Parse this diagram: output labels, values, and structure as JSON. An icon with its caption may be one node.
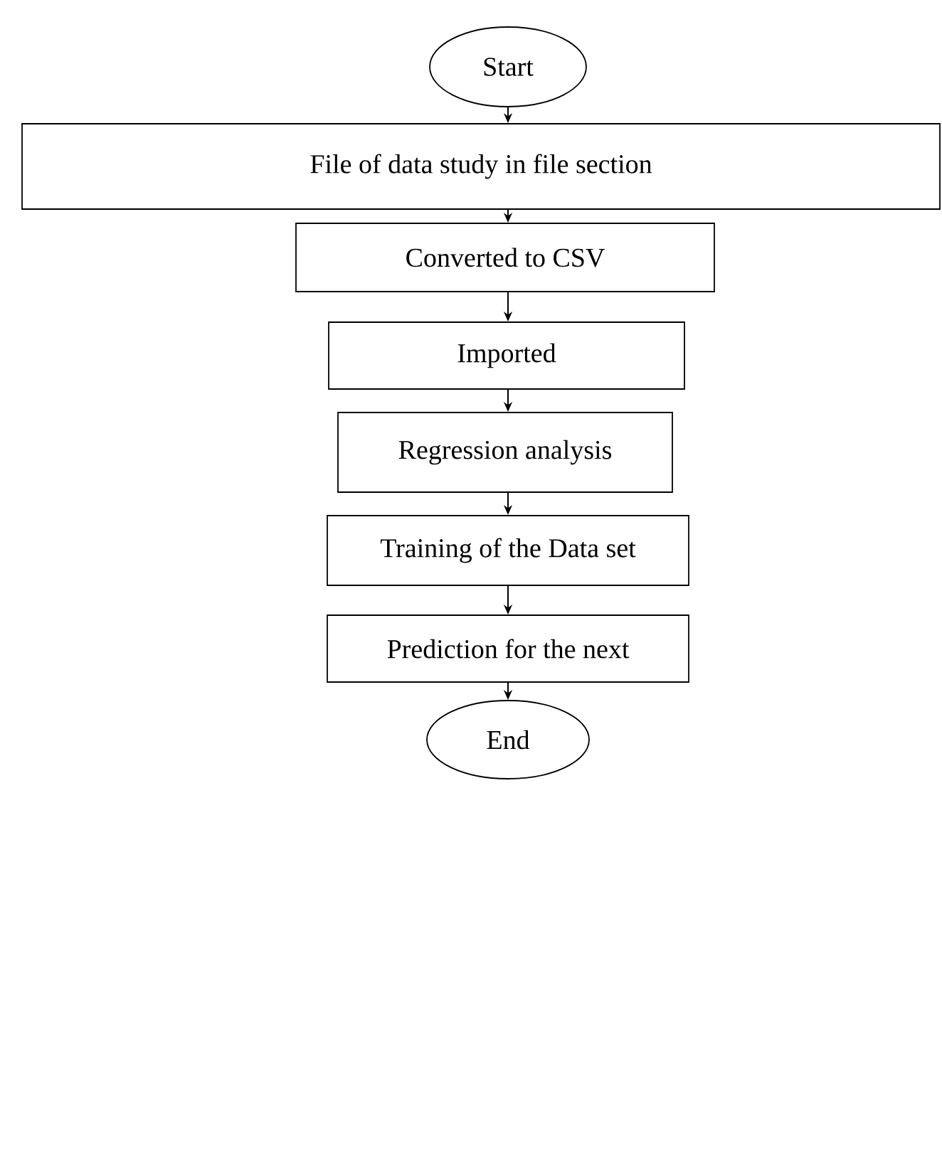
{
  "diagram": {
    "nodes": [
      {
        "text": [
          "Start"
        ]
      },
      {
        "text": [
          "File of data study in file section"
        ]
      },
      {
        "text": [
          "Converted to CSV"
        ]
      },
      {
        "text": [
          "Imported"
        ]
      },
      {
        "text": [
          "Regression analysis"
        ]
      },
      {
        "text": [
          "Training of the Data set"
        ]
      },
      {
        "text": [
          "Prediction for the next"
        ]
      },
      {
        "text": [
          "End"
        ]
      }
    ],
    "edges": [
      {
        "from": 0,
        "to": 1,
        "arrow": "to"
      },
      {
        "from": 1,
        "to": 2,
        "arrow": "to"
      },
      {
        "from": 2,
        "to": 3,
        "arrow": "to"
      },
      {
        "from": 3,
        "to": 4,
        "arrow": "to"
      },
      {
        "from": 4,
        "to": 5,
        "arrow": "to"
      },
      {
        "from": 5,
        "to": 6,
        "arrow": "to"
      },
      {
        "from": 6,
        "to": 7,
        "arrow": "to"
      }
    ]
  }
}
